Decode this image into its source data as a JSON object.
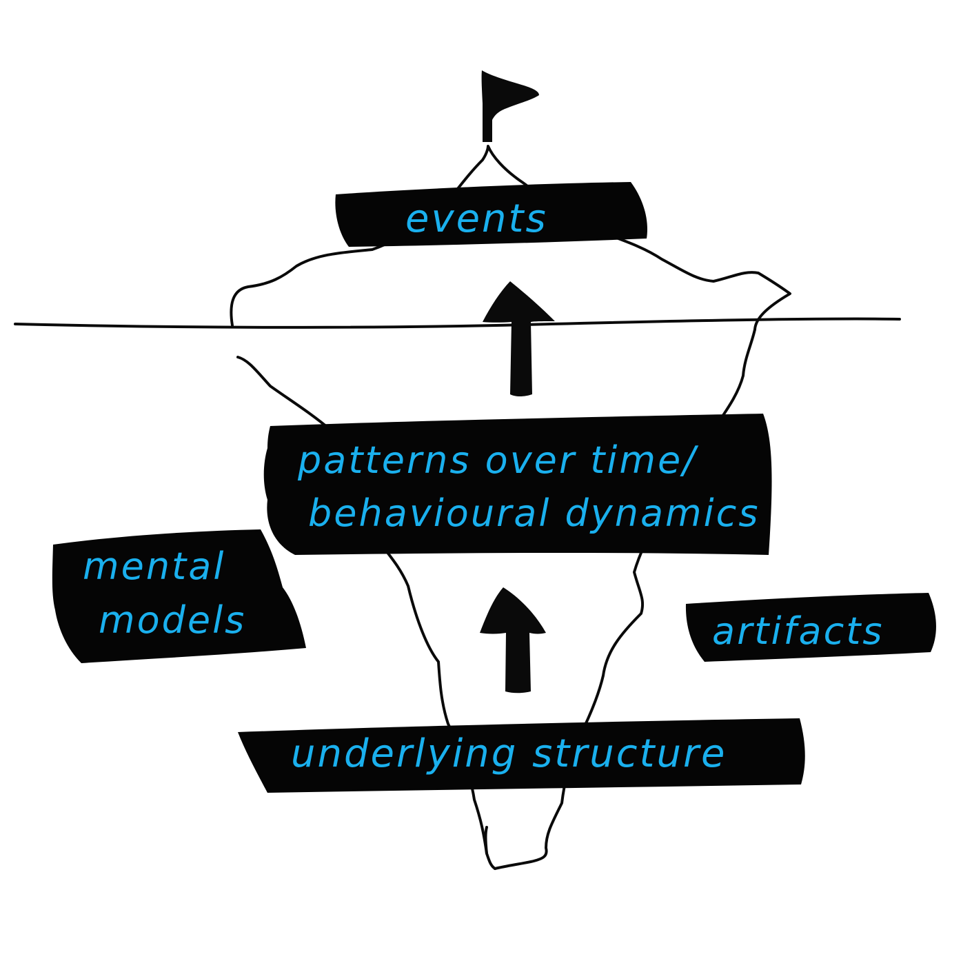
{
  "labels": {
    "events": "events",
    "patterns_line1": "patterns over time/",
    "patterns_line2": "behavioural dynamics",
    "mental_line1": "mental",
    "mental_line2": "models",
    "artifacts": "artifacts",
    "structure": "underlying structure"
  },
  "colors": {
    "ink": "#0a0a0a",
    "label_box": "#050505",
    "label_text": "#1ab0ee",
    "background": "#ffffff"
  },
  "icons": {
    "flag": "flag-icon",
    "arrow_upper": "arrow-up-icon",
    "arrow_lower": "arrow-up-icon"
  }
}
